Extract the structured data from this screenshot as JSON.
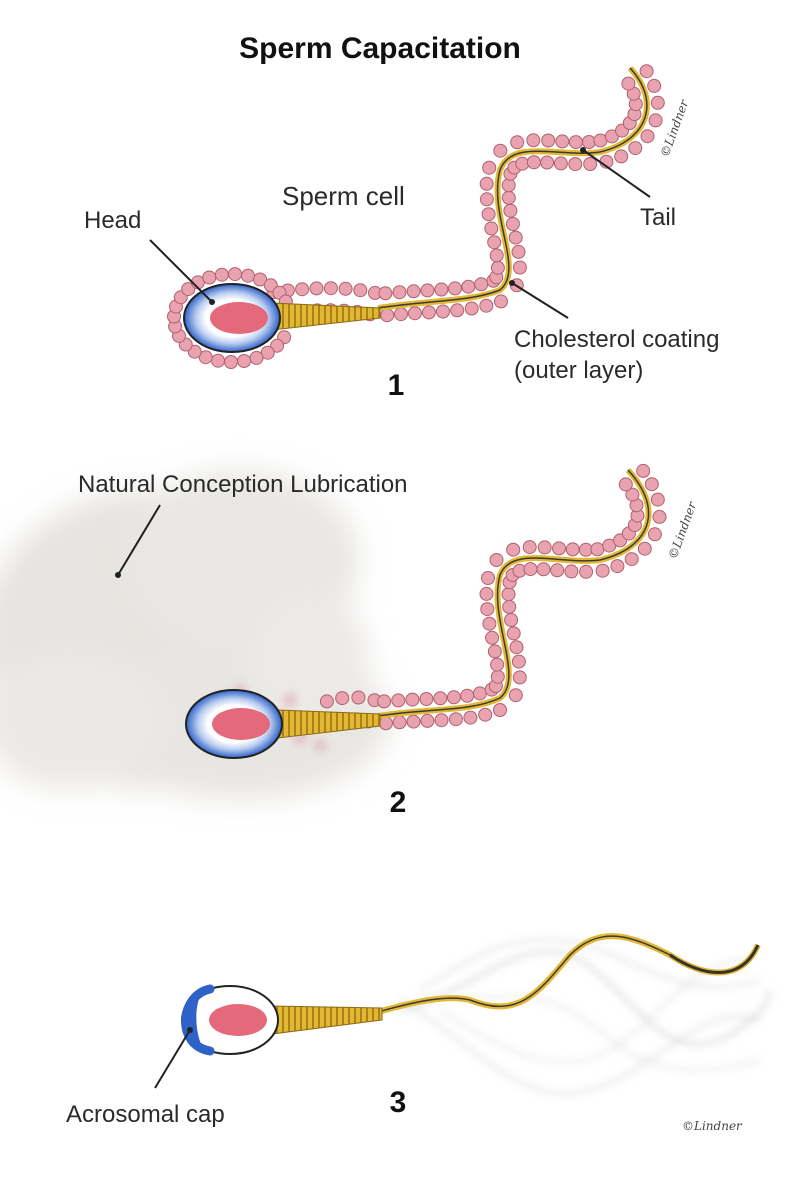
{
  "title": "Sperm Capacitation",
  "panels": [
    {
      "number": "1",
      "labels": {
        "sperm_cell": "Sperm cell",
        "head": "Head",
        "tail": "Tail",
        "coating_line1": "Cholesterol coating",
        "coating_line2": "(outer layer)"
      }
    },
    {
      "number": "2",
      "labels": {
        "lubrication": "Natural Conception Lubrication"
      }
    },
    {
      "number": "3",
      "labels": {
        "acrosomal_cap": "Acrosomal cap"
      }
    }
  ],
  "signature": "©Lindner",
  "colors": {
    "coating_bead": "#e9a2b0",
    "coating_bead_stroke": "#b0606f",
    "nucleus": "#e4697b",
    "acrosome": "#2f62c8",
    "midpiece": "#e2b734",
    "tail_core": "#3a3a3a",
    "cloud": "#e9e7e3"
  }
}
